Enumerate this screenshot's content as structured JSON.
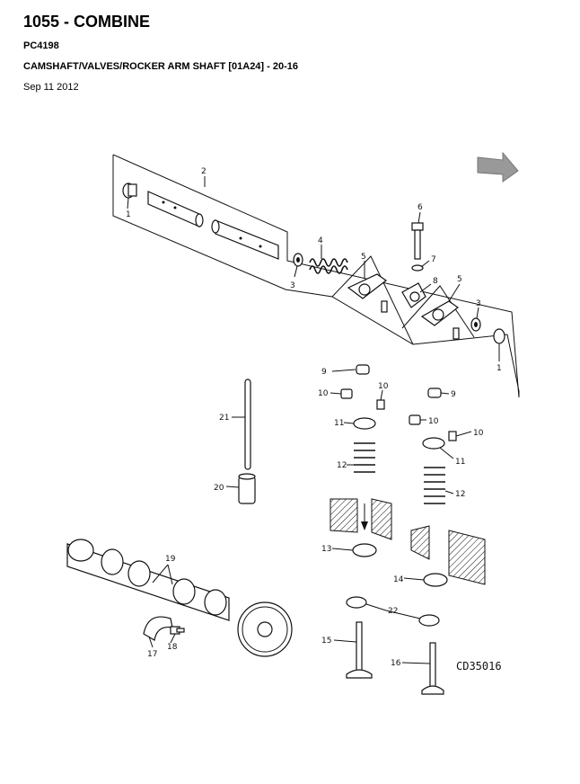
{
  "header": {
    "title": "1055 - COMBINE",
    "code": "PC4198",
    "subtitle": "CAMSHAFT/VALVES/ROCKER ARM SHAFT [01A24] - 20-16",
    "date": "Sep 11 2012"
  },
  "diagram": {
    "figure_code": "CD35016",
    "callouts": [
      "1",
      "2",
      "3",
      "4",
      "5",
      "6",
      "7",
      "8",
      "5",
      "3",
      "1",
      "9",
      "10",
      "10",
      "9",
      "11",
      "10",
      "10",
      "11",
      "12",
      "12",
      "13",
      "14",
      "21",
      "20",
      "19",
      "17",
      "18",
      "22",
      "15",
      "16"
    ],
    "icons": [
      "direction-arrow-icon"
    ]
  }
}
